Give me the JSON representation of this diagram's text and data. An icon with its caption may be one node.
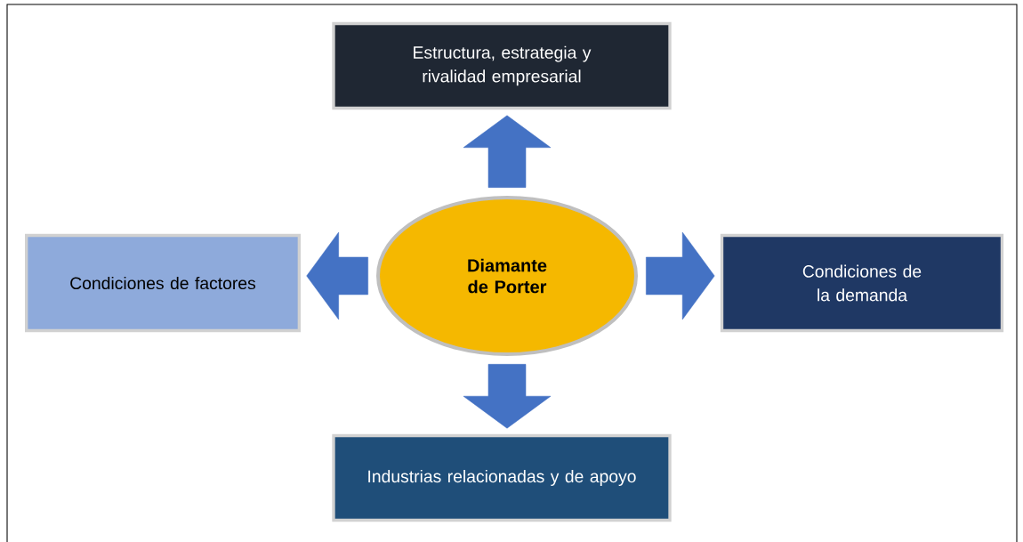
{
  "diagram": {
    "nodes": [
      {
        "text": [
          "Diamante de Porter"
        ]
      },
      {
        "text": [
          "Estructura, estrategia y rivalidad empresarial"
        ]
      },
      {
        "text": [
          "Condiciones de factores"
        ]
      },
      {
        "text": [
          "Condiciones de la demanda"
        ]
      },
      {
        "text": [
          "Industrias relacionadas y de apoyo"
        ]
      }
    ],
    "edges": [
      {
        "from": 0,
        "to": 1,
        "arrow": "to"
      },
      {
        "from": 0,
        "to": 2,
        "arrow": "to"
      },
      {
        "from": 0,
        "to": 3,
        "arrow": "to"
      },
      {
        "from": 0,
        "to": 4,
        "arrow": "to"
      }
    ]
  }
}
